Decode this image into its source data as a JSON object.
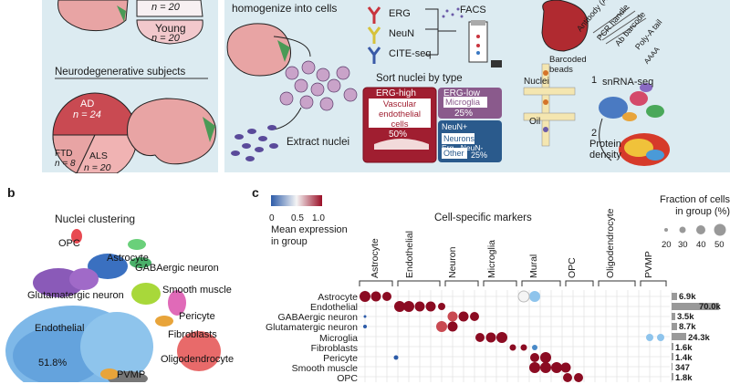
{
  "panel_a": {
    "young_n": "n = 20",
    "young_label": "Young",
    "young_n2": "n = 20",
    "neuro_title": "Neurodegenerative subjects",
    "ad_label": "AD",
    "ad_n": "n = 24",
    "ftd_label": "FTD",
    "ftd_n": "n = 8",
    "als_label": "ALS",
    "als_n": "n = 20",
    "homogenize": "homogenize into cells",
    "extract": "Extract nuclei",
    "erg": "ERG",
    "neun": "NeuN",
    "citeseq": "CITE-seq",
    "facs": "FACS",
    "sort_title": "Sort nuclei by type",
    "erg_high": "ERG-high",
    "vascular": "Vascular endothelial cells",
    "pct50": "50%",
    "erg_low": "ERG-low",
    "microglia": "Microglia",
    "pct25a": "25%",
    "neun_plus": "NeuN+",
    "neurons": "Neurons",
    "erg_neun": "Erg-, NeuN-",
    "other": "Other",
    "pct25b": "25%",
    "antibody": "Antibody (Ab)",
    "pcr": "PCR handle",
    "barcode": "Ab barcode",
    "polya": "Poly-A tail",
    "aaaa": "AAAA",
    "barcoded": "Barcoded beads",
    "nuclei": "Nuclei",
    "oil": "Oil",
    "step1": "1",
    "snrna": "snRNA-seq",
    "step2": "2",
    "protein": "Protein density"
  },
  "panel_b": {
    "label": "b",
    "title": "Nuclei clustering",
    "clusters": [
      "OPC",
      "Astrocyte",
      "GABAergic neuron",
      "Glutamatergic neuron",
      "Smooth muscle",
      "Pericyte",
      "Endothelial",
      "Fibroblasts",
      "Oligodendrocyte",
      "PVMP"
    ],
    "endothelial_pct": "51.8%"
  },
  "panel_c": {
    "label": "c",
    "colorbar_ticks": [
      "0",
      "0.5",
      "1.0"
    ],
    "colorbar_title": "Mean expression in group",
    "markers_title": "Cell-specific markers",
    "marker_groups": [
      "Astrocyte",
      "Endothelial",
      "Neuron",
      "Microglia",
      "Mural",
      "OPC",
      "Oligodendrocyte",
      "PVMP"
    ],
    "size_title": "Fraction of cells in group (%)",
    "size_ticks": [
      "20",
      "30",
      "40",
      "50"
    ],
    "cell_types": [
      "Astrocyte",
      "Endothelial",
      "GABAergic neuron",
      "Glutamatergic neuron",
      "Microglia",
      "Fibroblasts",
      "Pericyte",
      "Smooth muscle",
      "OPC"
    ],
    "counts": [
      "6.9k",
      "70.0k",
      "3.5k",
      "8.7k",
      "24.3k",
      "1.6k",
      "1.4k",
      "347",
      "1.8k"
    ]
  },
  "colors": {
    "panel_bg": "#dcebf1",
    "dark_red": "#8b0b22",
    "pink_brain": "#e8a4a4",
    "blue": "#3a78c2",
    "purple": "#6b5ba8"
  }
}
